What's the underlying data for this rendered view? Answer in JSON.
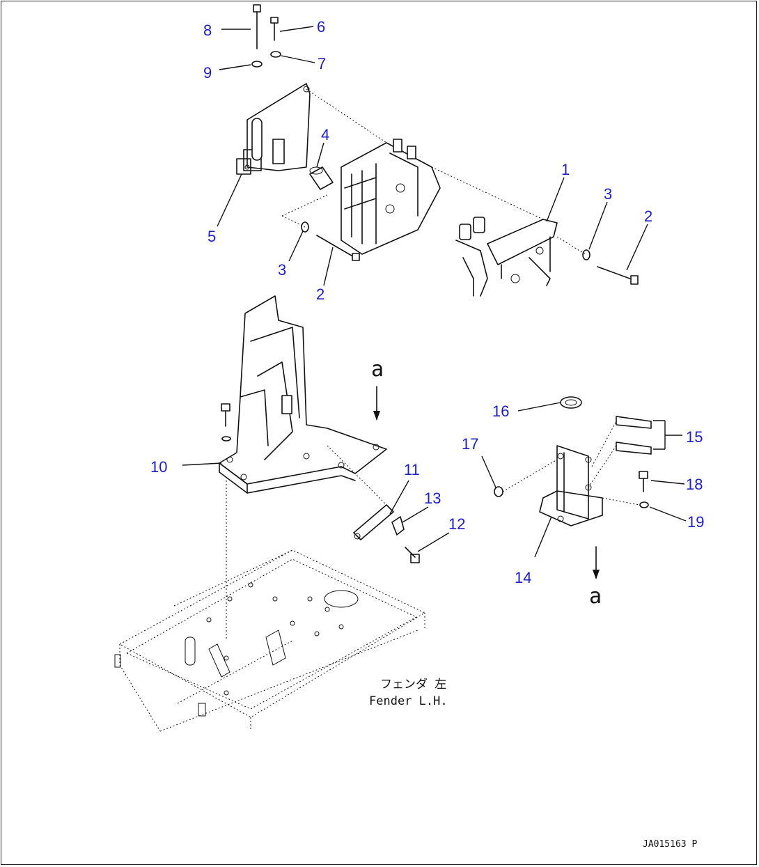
{
  "callouts": {
    "c1": "1",
    "c2a": "2",
    "c2b": "2",
    "c3a": "3",
    "c3b": "3",
    "c4": "4",
    "c5": "5",
    "c6": "6",
    "c7": "7",
    "c8": "8",
    "c9": "9",
    "c10": "10",
    "c11": "11",
    "c12": "12",
    "c13": "13",
    "c14": "14",
    "c15": "15",
    "c16": "16",
    "c17": "17",
    "c18": "18",
    "c19": "19"
  },
  "view_marks": {
    "top": "a",
    "bottom": "a"
  },
  "fender_label": {
    "jp": "フェンダ 左",
    "en": "Fender L.H."
  },
  "drawing_code": "JA015163 P",
  "colors": {
    "callout": "#1d1dc9",
    "line": "#111111"
  }
}
